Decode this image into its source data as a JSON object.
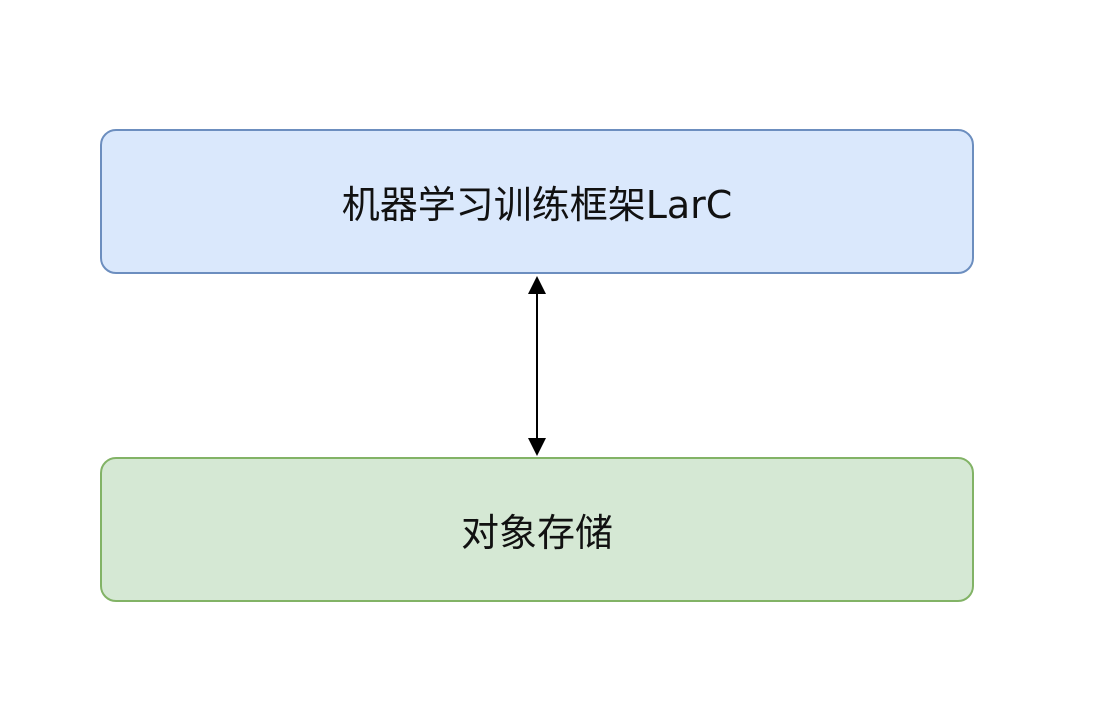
{
  "diagram": {
    "nodes": [
      {
        "id": "top",
        "label": "机器学习训练框架LarC"
      },
      {
        "id": "bottom",
        "label": "对象存储"
      }
    ],
    "edges": [
      {
        "from": "top",
        "to": "bottom",
        "direction": "bidirectional"
      }
    ],
    "colors": {
      "top_fill": "#dae8fc",
      "top_stroke": "#6c8ebf",
      "bottom_fill": "#d5e8d4",
      "bottom_stroke": "#82b366",
      "edge": "#000000"
    }
  }
}
